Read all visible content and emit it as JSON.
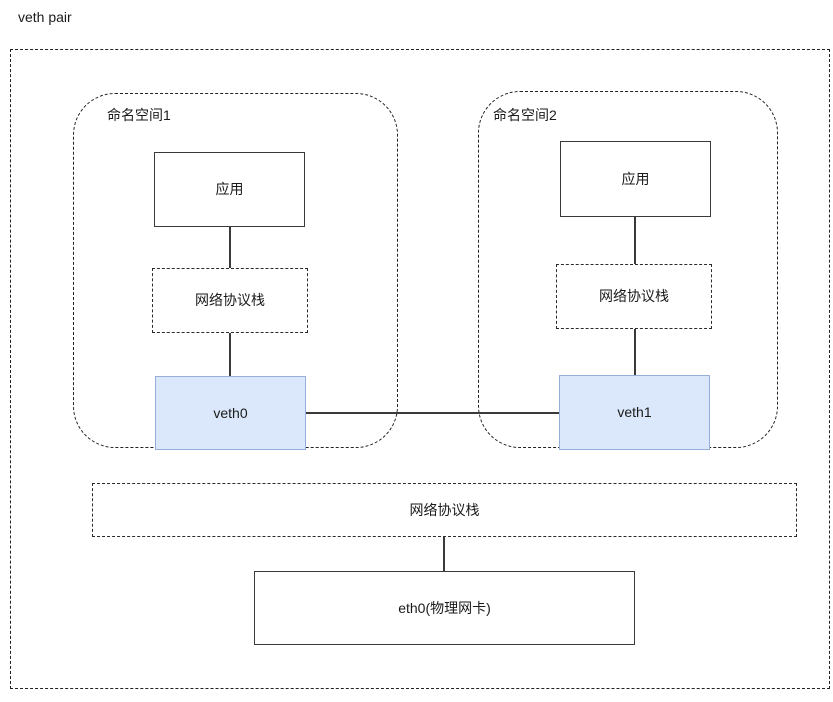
{
  "title": "veth pair",
  "colors": {
    "background": "#ffffff",
    "line": "#3a3a3a",
    "dashed_border": "#222222",
    "veth_fill": "#dbe8fb",
    "veth_border": "#97aed6",
    "text": "#1a1a1a"
  },
  "namespaces": [
    {
      "label": "命名空间1",
      "app_label": "应用",
      "stack_label": "网络协议栈",
      "veth_label": "veth0"
    },
    {
      "label": "命名空间2",
      "app_label": "应用",
      "stack_label": "网络协议栈",
      "veth_label": "veth1"
    }
  ],
  "host": {
    "stack_label": "网络协议栈",
    "nic_label": "eth0(物理网卡)"
  }
}
